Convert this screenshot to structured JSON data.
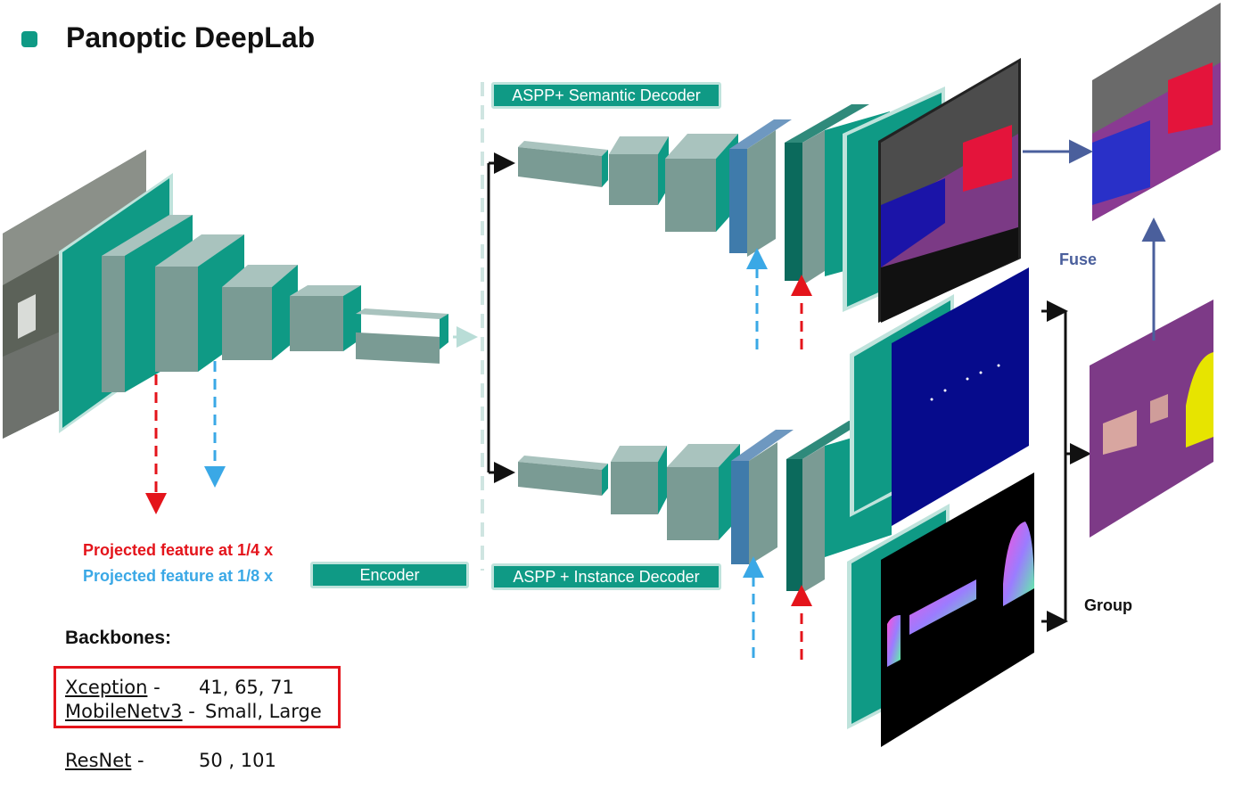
{
  "title": "Panoptic DeepLab",
  "decoders": {
    "semantic": "ASPP+ Semantic Decoder",
    "instance": "ASPP + Instance Decoder"
  },
  "encoder_label": "Encoder",
  "legend": {
    "quarter": "Projected feature at 1/4 x",
    "eighth": "Projected feature at 1/8 x",
    "quarter_color": "#e4141b",
    "eighth_color": "#3aa8e6"
  },
  "fuse_label": "Fuse",
  "group_label": "Group",
  "backbones": {
    "heading": "Backbones:",
    "rows": [
      {
        "name": "Xception",
        "sep": " -",
        "values": "41, 65, 71"
      },
      {
        "name": "MobileNetv3",
        "sep": " -",
        "values": "Small, Large"
      },
      {
        "name": "ResNet",
        "sep": " -",
        "values": "50 , 101"
      }
    ]
  },
  "colors": {
    "teal": "#0f9a85",
    "gray_block": "#7a9b94",
    "dark_teal": "#0b6a5c",
    "blue_block": "#3f7bab",
    "arrow": "#111111",
    "fuse_arrow": "#4a5f9c"
  }
}
